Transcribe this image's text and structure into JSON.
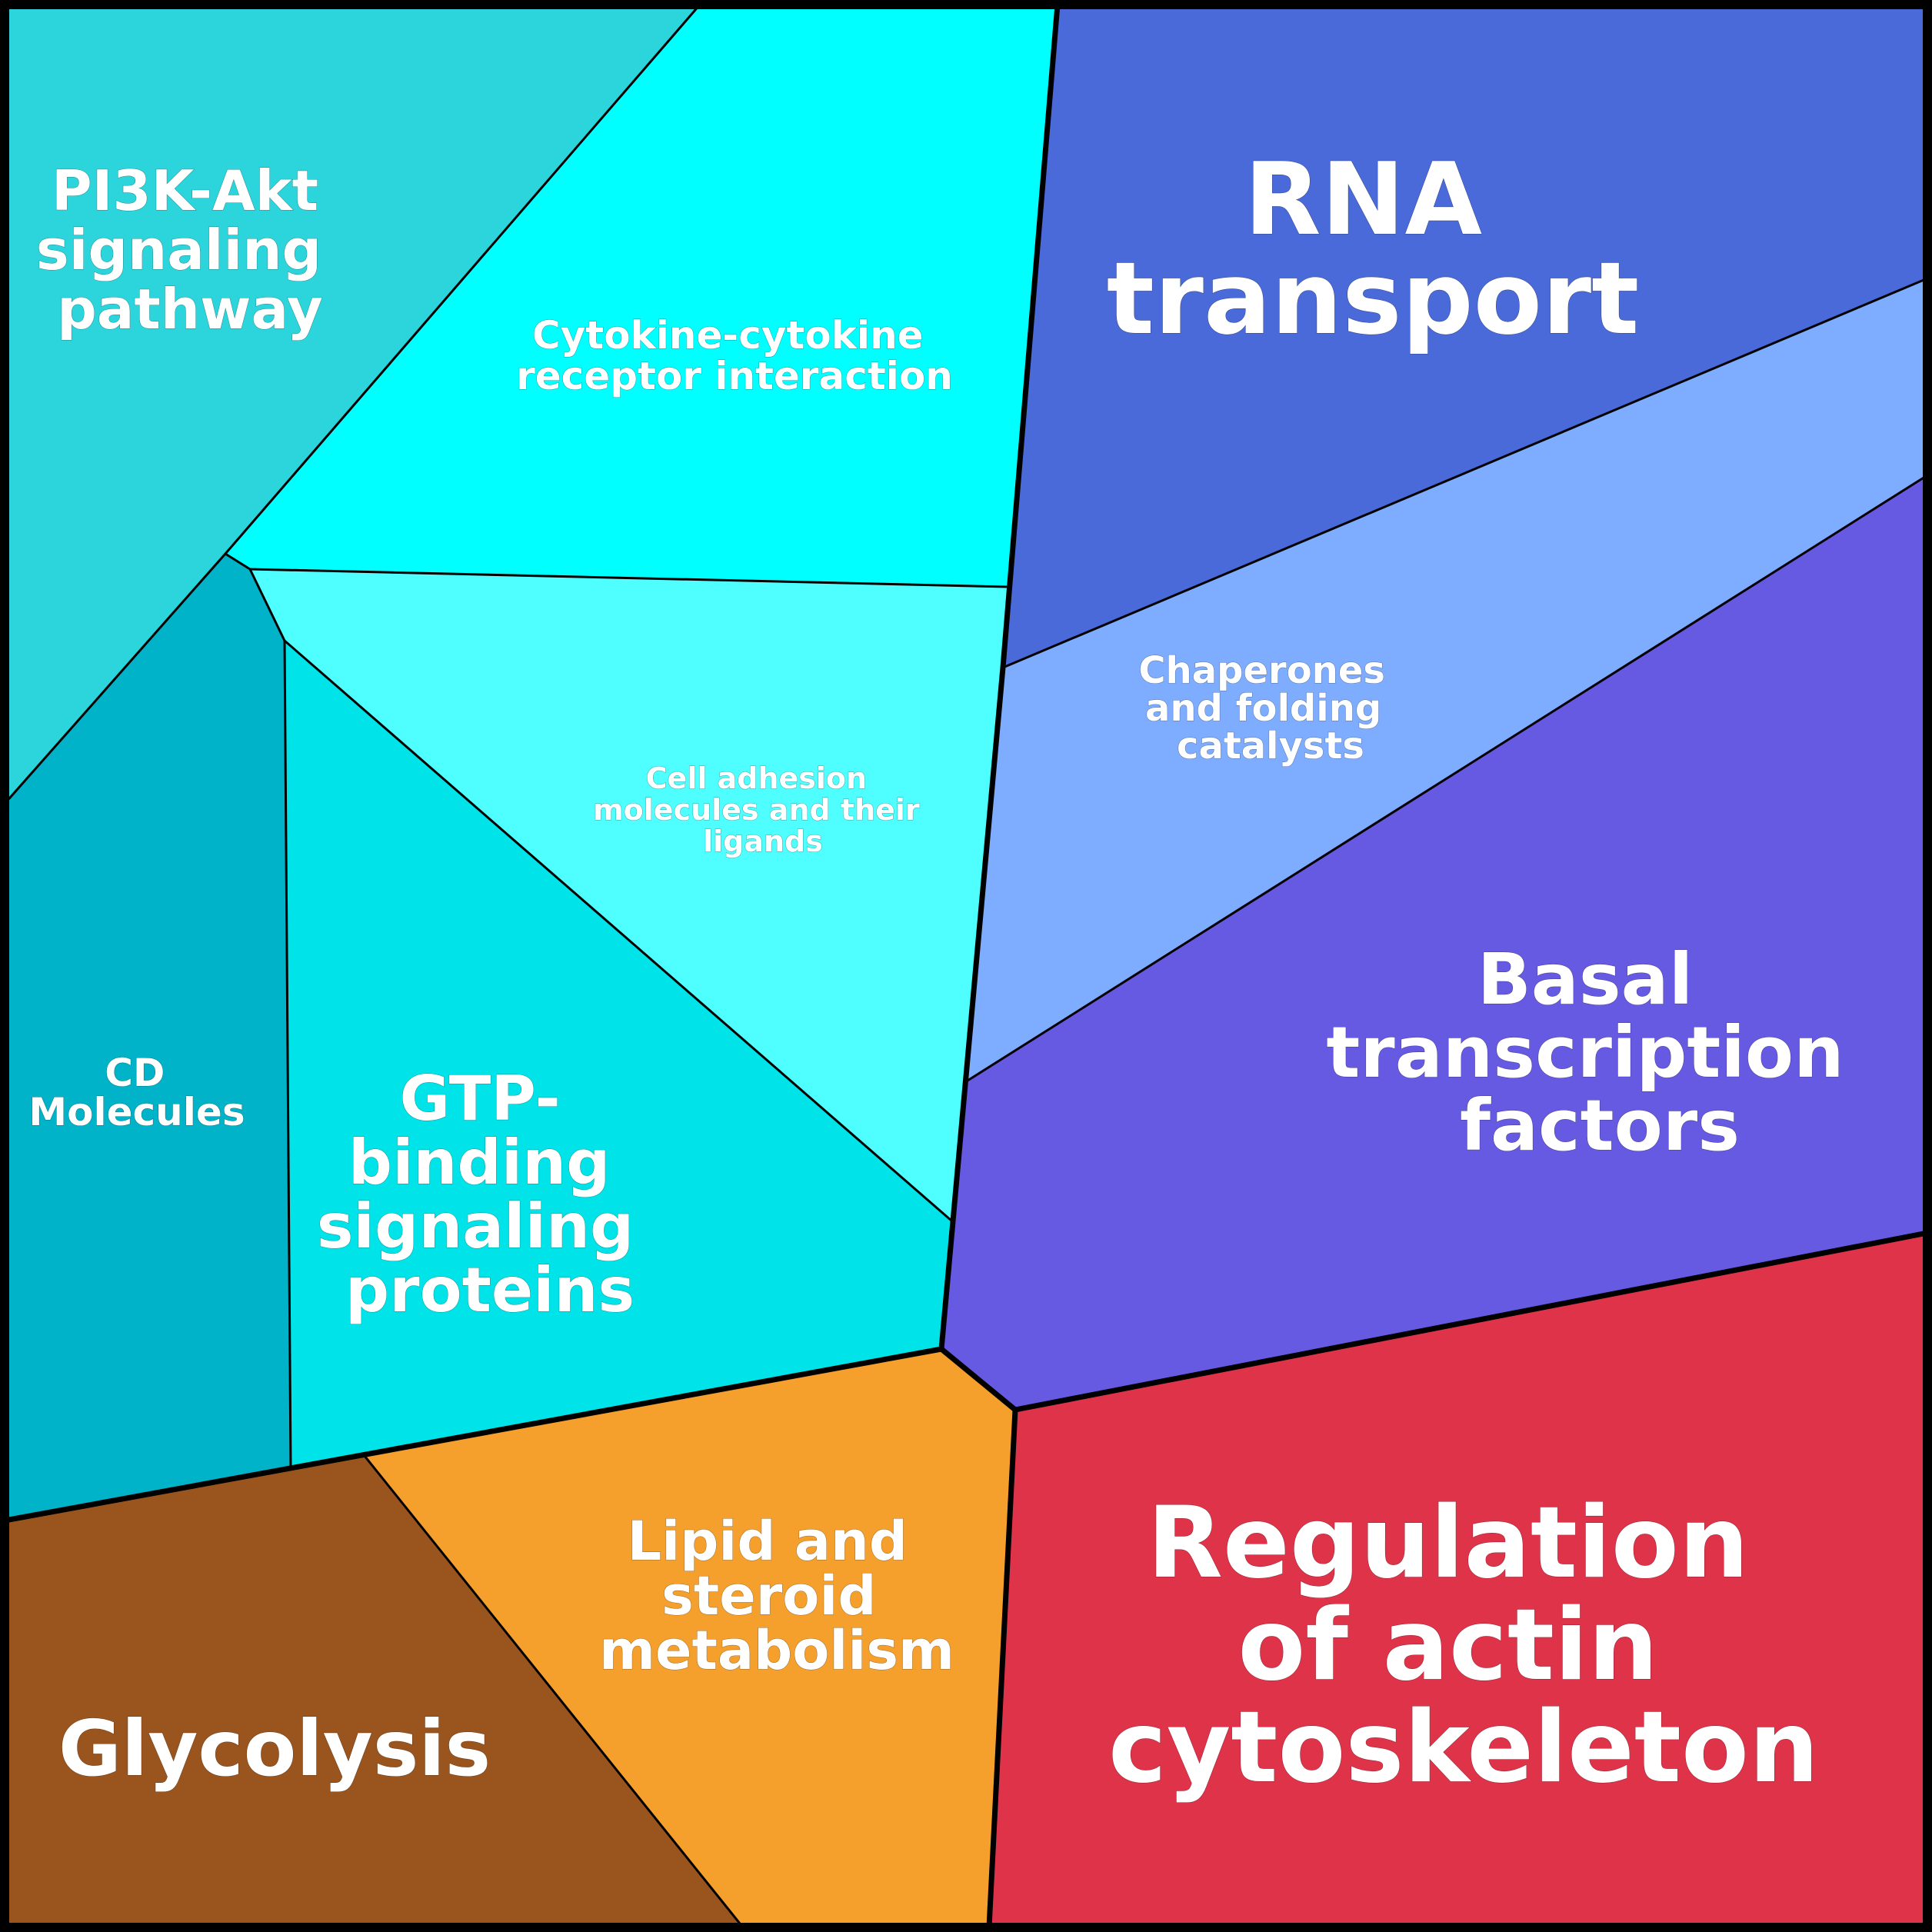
{
  "cells": [
    {
      "id": "pi3k",
      "lines": [
        "PI3K-Akt",
        "signaling",
        "pathway"
      ],
      "color": "#2CD5DB"
    },
    {
      "id": "cytokine",
      "lines": [
        "Cytokine-cytokine",
        "receptor interaction"
      ],
      "color": "#00FFFF"
    },
    {
      "id": "cell-adhesion",
      "lines": [
        "Cell adhesion",
        "molecules and their",
        "ligands"
      ],
      "color": "#4FFFFF"
    },
    {
      "id": "cd-molecules",
      "lines": [
        "CD",
        "Molecules"
      ],
      "color": "#01B3C8"
    },
    {
      "id": "gtp",
      "lines": [
        "GTP-",
        "binding",
        "signaling",
        "proteins"
      ],
      "color": "#00E3E8"
    },
    {
      "id": "rna-transport",
      "lines": [
        "RNA",
        "transport"
      ],
      "color": "#4A6AD9"
    },
    {
      "id": "chaperones",
      "lines": [
        "Chaperones",
        "and folding",
        "catalysts"
      ],
      "color": "#7EACFF"
    },
    {
      "id": "basal",
      "lines": [
        "Basal",
        "transcription",
        "factors"
      ],
      "color": "#6659E2"
    },
    {
      "id": "regulation-actin",
      "lines": [
        "Regulation",
        "of actin",
        "cytoskeleton"
      ],
      "color": "#DE3349"
    },
    {
      "id": "lipid",
      "lines": [
        "Lipid and",
        "steroid",
        "metabolism"
      ],
      "color": "#F59F2D"
    },
    {
      "id": "glycolysis",
      "lines": [
        "Glycolysis"
      ],
      "color": "#9A541E"
    }
  ]
}
